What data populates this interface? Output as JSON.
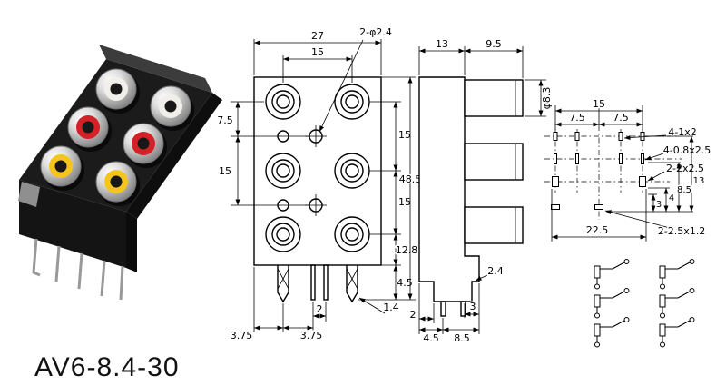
{
  "title": "AV6-8.4-30",
  "front_view": {
    "width": "27",
    "hole_spacing_h": "15",
    "center_holes": "2-φ2.4",
    "offset_7_5": "7.5",
    "spacing_left_15": "15",
    "row_pitch_1": "15",
    "row_pitch_2": "15",
    "bottom_12_8": "12.8",
    "pin_4_5": "4.5",
    "height": "48.5",
    "pin_gap_2": "2",
    "pin_offset_left": "3.75",
    "pin_offset_right": "3.75",
    "pin_width": "1.4"
  },
  "side_view": {
    "body_depth": "13",
    "barrel_length": "9.5",
    "barrel_dia": "φ8.3",
    "step_2_4": "2.4",
    "pin_2": "2",
    "pin_4_5": "4.5",
    "pin_8_5": "8.5",
    "step_3": "3"
  },
  "footprint": {
    "span_15": "15",
    "half_left": "7.5",
    "half_right": "7.5",
    "pads_a": "4-1x2",
    "pads_b": "4-0.8x2.5",
    "pads_c": "2-2x2.5",
    "pads_d": "2-2.5x1.2",
    "span_22_5": "22.5",
    "v3": "3",
    "v4": "4",
    "v8_5": "8.5",
    "v13": "13"
  }
}
